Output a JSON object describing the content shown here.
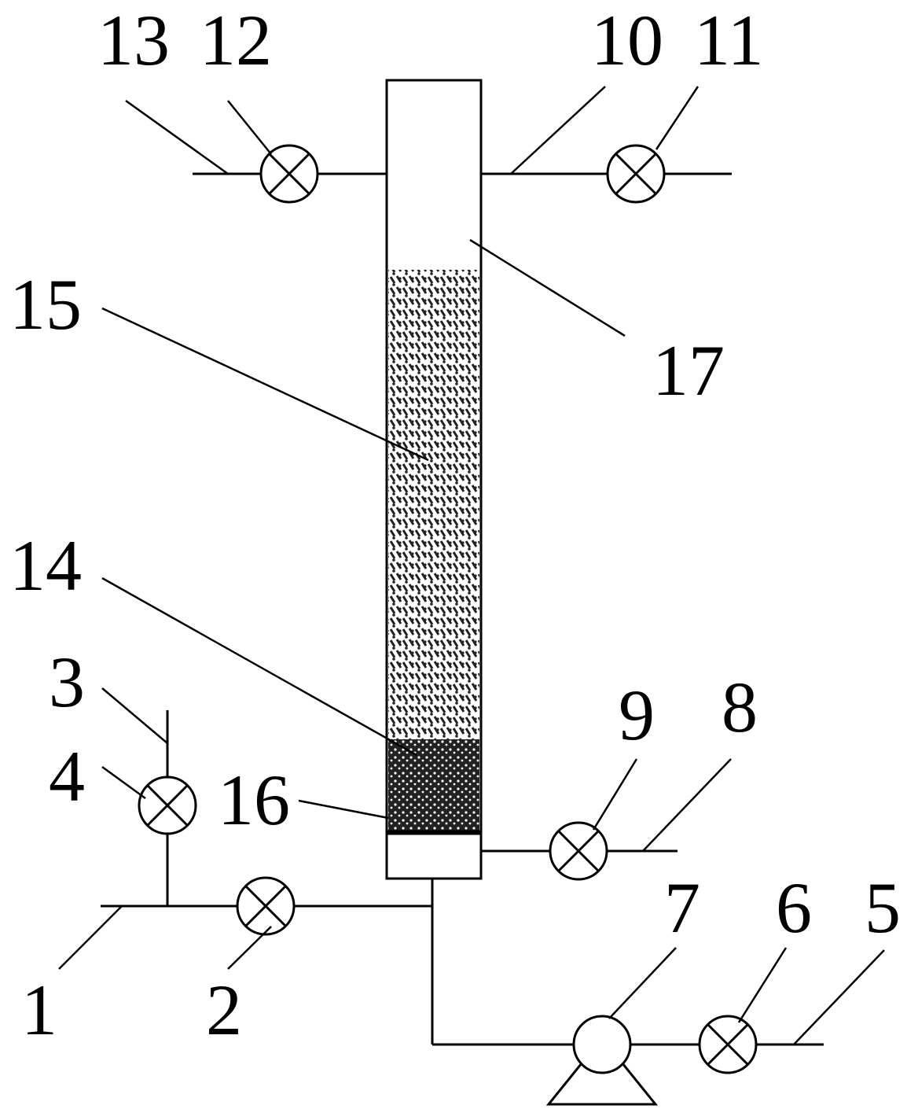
{
  "labels": {
    "l1": "1",
    "l2": "2",
    "l3": "3",
    "l4": "4",
    "l5": "5",
    "l6": "6",
    "l7": "7",
    "l8": "8",
    "l9": "9",
    "l10": "10",
    "l11": "11",
    "l12": "12",
    "l13": "13",
    "l14": "14",
    "l15": "15",
    "l16": "16",
    "l17": "17"
  },
  "colors": {
    "line": "#000000",
    "background": "#ffffff",
    "packing": "#222222"
  },
  "icons": {
    "valve": "valve-icon",
    "pump": "pump-icon"
  }
}
